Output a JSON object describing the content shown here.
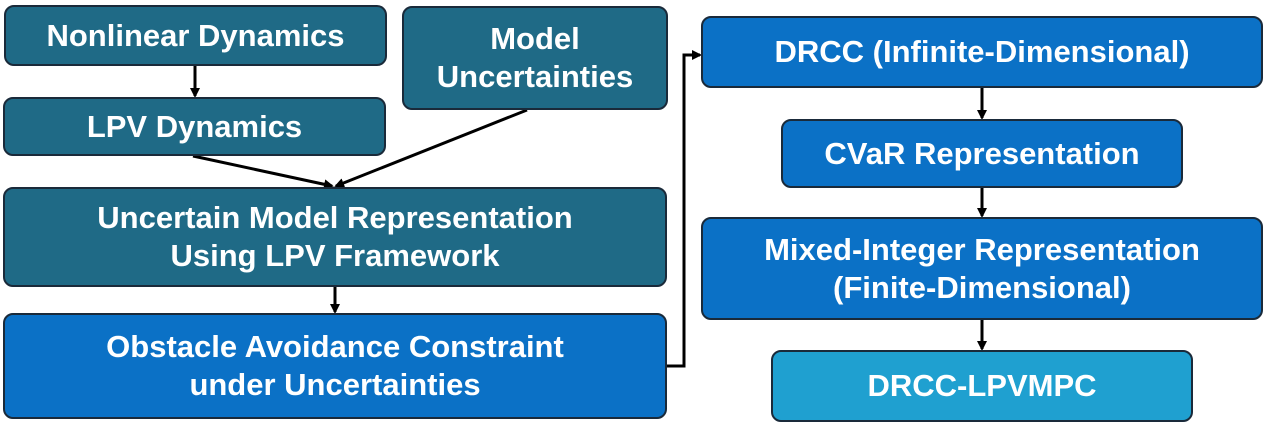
{
  "colors": {
    "dark_teal": "#1f6a86",
    "blue": "#0b71c6",
    "light_blue": "#1fa0d0",
    "border": "#1a2a3a",
    "arrow": "#000000"
  },
  "nodes": {
    "nonlinear": "Nonlinear Dynamics",
    "lpv": "LPV Dynamics",
    "uncertainties": [
      "Model",
      "Uncertainties"
    ],
    "uncertain_model": [
      "Uncertain Model Representation",
      "Using LPV Framework"
    ],
    "obstacle": [
      "Obstacle Avoidance Constraint",
      "under Uncertainties"
    ],
    "drcc": "DRCC (Infinite-Dimensional)",
    "cvar": "CVaR Representation",
    "mixed_integer": [
      "Mixed-Integer Representation",
      "(Finite-Dimensional)"
    ],
    "final": "DRCC-LPVMPC"
  }
}
